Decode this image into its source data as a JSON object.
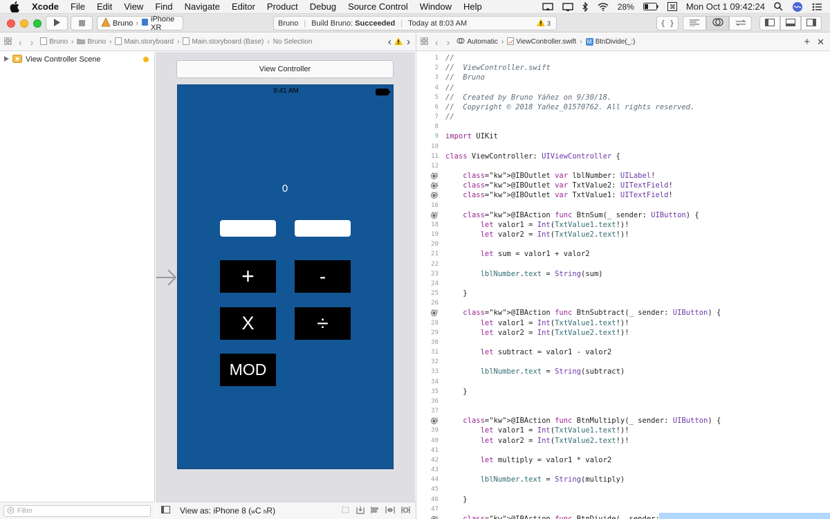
{
  "menubar": {
    "app": "Xcode",
    "items": [
      "File",
      "Edit",
      "View",
      "Find",
      "Navigate",
      "Editor",
      "Product",
      "Debug",
      "Source Control",
      "Window",
      "Help"
    ],
    "battery": "28%",
    "clock": "Mon Oct 1  09:42:24"
  },
  "toolbar": {
    "scheme_target": "Bruno",
    "scheme_device": "iPhone XR",
    "status_project": "Bruno",
    "status_build": "Build Bruno:",
    "status_result": "Succeeded",
    "status_time": "Today at 8:03 AM",
    "warning_count": "3"
  },
  "canvas_jumpbar": {
    "crumbs": [
      "Bruno",
      "Bruno",
      "Main.storyboard",
      "Main.storyboard (Base)",
      "No Selection"
    ]
  },
  "navigator": {
    "scene_label": "View Controller Scene",
    "filter_placeholder": "Filter"
  },
  "canvas": {
    "vc_title": "View Controller",
    "status_time": "9:41 AM",
    "label_value": "0",
    "buttons": {
      "plus": "+",
      "minus": "-",
      "times": "X",
      "divide": "÷",
      "mod": "MOD"
    },
    "view_as": "View as: iPhone 8 (",
    "view_as_w": "w",
    "view_as_c": "C ",
    "view_as_h": "h",
    "view_as_r": "R)"
  },
  "editor_jumpbar": {
    "mode": "Automatic",
    "file": "ViewController.swift",
    "symbol": "BtnDivide(_:)"
  },
  "code_lines": [
    {
      "n": "1",
      "t": "//",
      "c": "cm"
    },
    {
      "n": "2",
      "t": "//  ViewController.swift",
      "c": "cm"
    },
    {
      "n": "3",
      "t": "//  Bruno",
      "c": "cm"
    },
    {
      "n": "4",
      "t": "//",
      "c": "cm"
    },
    {
      "n": "5",
      "t": "//  Created by Bruno Yáñez on 9/30/18.",
      "c": "cm"
    },
    {
      "n": "6",
      "t": "//  Copyright © 2018 Yañez_01570762. All rights reserved.",
      "c": "cm"
    },
    {
      "n": "7",
      "t": "//",
      "c": "cm"
    },
    {
      "n": "8",
      "t": "",
      "c": "tx"
    },
    {
      "n": "9",
      "t": "import UIKit",
      "c": "tx"
    },
    {
      "n": "10",
      "t": "",
      "c": "tx"
    },
    {
      "n": "11",
      "t": "class ViewController: UIViewController {",
      "c": "tx"
    },
    {
      "n": "12",
      "t": "",
      "c": "tx"
    },
    {
      "n": "13",
      "t": "    @IBOutlet var lblNumber: UILabel!",
      "c": "tx",
      "bp": true
    },
    {
      "n": "14",
      "t": "    @IBOutlet var TxtValue2: UITextField!",
      "c": "tx",
      "bp": true
    },
    {
      "n": "15",
      "t": "    @IBOutlet var TxtValue1: UITextField!",
      "c": "tx",
      "bp": true
    },
    {
      "n": "16",
      "t": "",
      "c": "tx"
    },
    {
      "n": "17",
      "t": "    @IBAction func BtnSum(_ sender: UIButton) {",
      "c": "tx",
      "bp": true
    },
    {
      "n": "18",
      "t": "        let valor1 = Int(TxtValue1.text!)!",
      "c": "tx"
    },
    {
      "n": "19",
      "t": "        let valor2 = Int(TxtValue2.text!)!",
      "c": "tx"
    },
    {
      "n": "20",
      "t": "",
      "c": "tx"
    },
    {
      "n": "21",
      "t": "        let sum = valor1 + valor2",
      "c": "tx"
    },
    {
      "n": "22",
      "t": "",
      "c": "tx"
    },
    {
      "n": "23",
      "t": "        lblNumber.text = String(sum)",
      "c": "tx"
    },
    {
      "n": "24",
      "t": "",
      "c": "tx"
    },
    {
      "n": "25",
      "t": "    }",
      "c": "tx"
    },
    {
      "n": "26",
      "t": "",
      "c": "tx"
    },
    {
      "n": "27",
      "t": "    @IBAction func BtnSubtract(_ sender: UIButton) {",
      "c": "tx",
      "bp": true
    },
    {
      "n": "28",
      "t": "        let valor1 = Int(TxtValue1.text!)!",
      "c": "tx"
    },
    {
      "n": "29",
      "t": "        let valor2 = Int(TxtValue2.text!)!",
      "c": "tx"
    },
    {
      "n": "30",
      "t": "",
      "c": "tx"
    },
    {
      "n": "31",
      "t": "        let subtract = valor1 - valor2",
      "c": "tx"
    },
    {
      "n": "32",
      "t": "",
      "c": "tx"
    },
    {
      "n": "33",
      "t": "        lblNumber.text = String(subtract)",
      "c": "tx"
    },
    {
      "n": "34",
      "t": "",
      "c": "tx"
    },
    {
      "n": "35",
      "t": "    }",
      "c": "tx"
    },
    {
      "n": "36",
      "t": "",
      "c": "tx"
    },
    {
      "n": "37",
      "t": "",
      "c": "tx"
    },
    {
      "n": "38",
      "t": "    @IBAction func BtnMultiply(_ sender: UIButton) {",
      "c": "tx",
      "bp": true
    },
    {
      "n": "39",
      "t": "        let valor1 = Int(TxtValue1.text!)!",
      "c": "tx"
    },
    {
      "n": "40",
      "t": "        let valor2 = Int(TxtValue2.text!)!",
      "c": "tx"
    },
    {
      "n": "41",
      "t": "",
      "c": "tx"
    },
    {
      "n": "42",
      "t": "        let multiply = valor1 * valor2",
      "c": "tx"
    },
    {
      "n": "43",
      "t": "",
      "c": "tx"
    },
    {
      "n": "44",
      "t": "        lblNumber.text = String(multiply)",
      "c": "tx"
    },
    {
      "n": "45",
      "t": "",
      "c": "tx"
    },
    {
      "n": "46",
      "t": "    }",
      "c": "tx"
    },
    {
      "n": "47",
      "t": "",
      "c": "tx"
    },
    {
      "n": "48",
      "t": "    @IBAction func BtnDivide(_ sender: UIButton) {",
      "c": "tx",
      "bp": true
    }
  ],
  "colors": {
    "phone_bg": "#135695",
    "comment": "#5d6c79",
    "keyword": "#9b2393",
    "type": "#6c36a9",
    "identifier": "#326d74"
  }
}
